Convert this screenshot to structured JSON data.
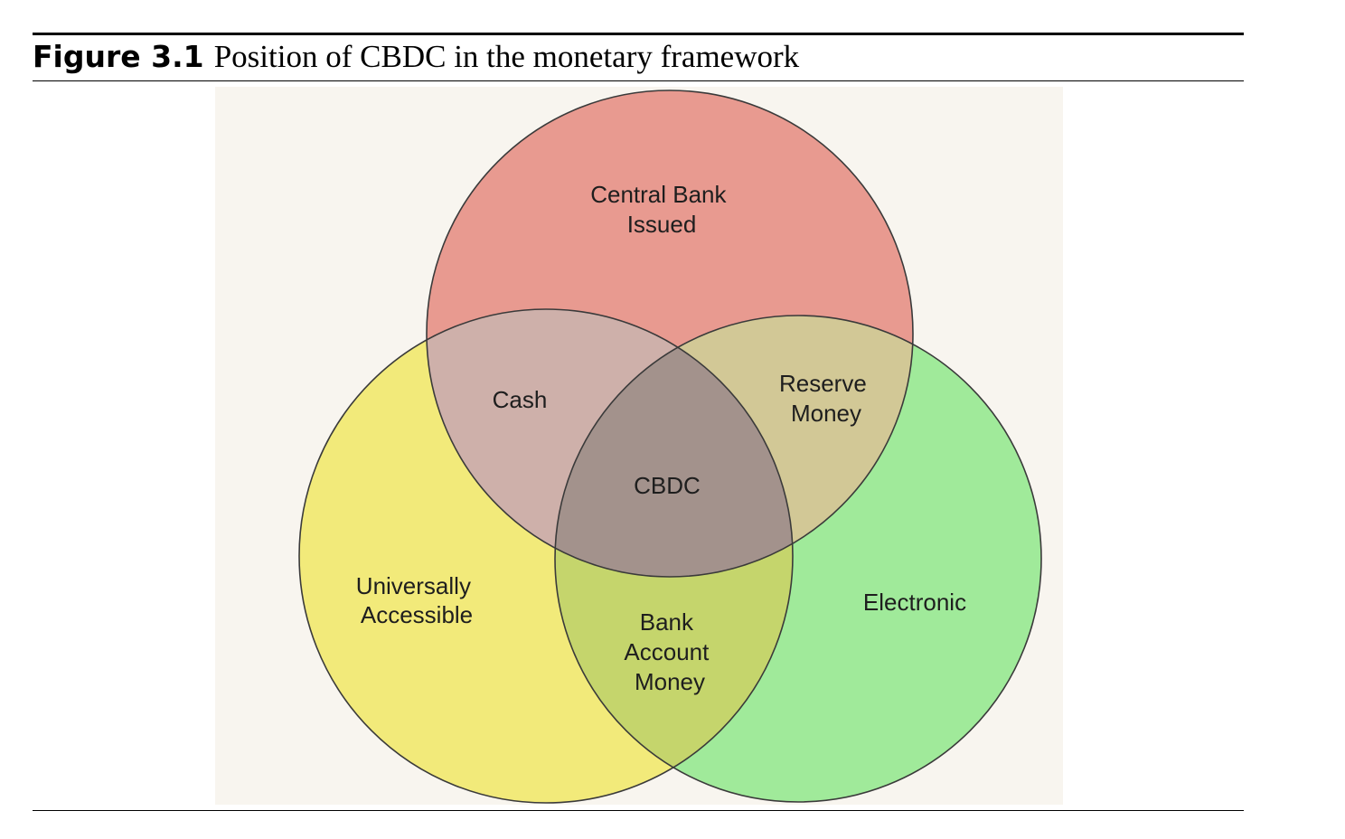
{
  "caption": {
    "label": "Figure 3.1",
    "text": "Position of CBDC in the monetary framework"
  },
  "venn": {
    "sets": [
      {
        "id": "central",
        "color": "#e89a90"
      },
      {
        "id": "universal",
        "color": "#f2ea7a"
      },
      {
        "id": "electronic",
        "color": "#a0ea9a"
      }
    ],
    "regions": {
      "central_only": [
        "Central Bank",
        "Issued"
      ],
      "universal_only": [
        "Universally",
        "Accessible"
      ],
      "electronic_only": [
        "Electronic"
      ],
      "central_universal": [
        "Cash"
      ],
      "central_electronic": [
        "Reserve",
        "Money"
      ],
      "universal_electronic": [
        "Bank",
        "Account",
        "Money"
      ],
      "all_three": [
        "CBDC"
      ]
    },
    "region_colors": {
      "cash": "#ceb0aa",
      "reserve": "#d2c896",
      "bank": "#c5d56c",
      "cbdc": "#a3928c"
    }
  }
}
